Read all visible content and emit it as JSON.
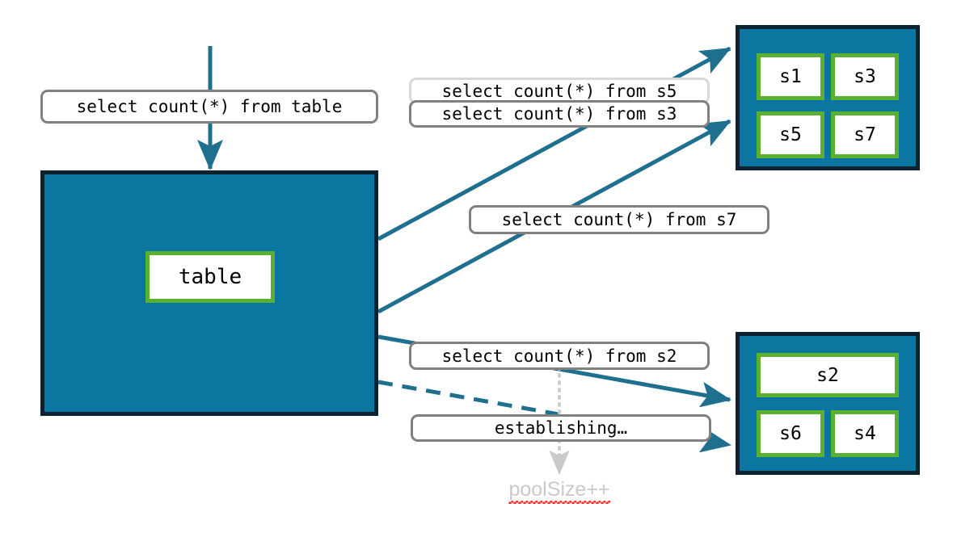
{
  "diagram": {
    "title": "connection-pool-query-routing",
    "colors": {
      "pool_fill": "#0b76a0",
      "pool_border": "#0d2230",
      "node_border": "#5cb030",
      "node_fill": "#ffffff",
      "arrow": "#1f6f8f",
      "label_border": "#808080",
      "label_border_faded": "#d9d9d9",
      "muted_text": "#c9c9c9",
      "spellcheck_underline": "#ff2b2b"
    }
  },
  "table_pool": {
    "name": "table-pool",
    "node_label": "table"
  },
  "incoming_query": {
    "label": "select count(*) from table"
  },
  "queries": {
    "s5": "select count(*) from s5",
    "s3": "select count(*) from s3",
    "s7": "select count(*) from s7",
    "s2": "select count(*) from s2",
    "establishing": "establishing…"
  },
  "server_pool_top": {
    "name": "server-pool-top",
    "nodes": [
      {
        "label": "s1"
      },
      {
        "label": "s3"
      },
      {
        "label": "s5"
      },
      {
        "label": "s7"
      }
    ]
  },
  "server_pool_bottom": {
    "name": "server-pool-bottom",
    "nodes": [
      {
        "label": "s2"
      },
      {
        "label": "s6"
      },
      {
        "label": "s4"
      }
    ]
  },
  "annotation": {
    "pool_size": "poolSize++"
  }
}
